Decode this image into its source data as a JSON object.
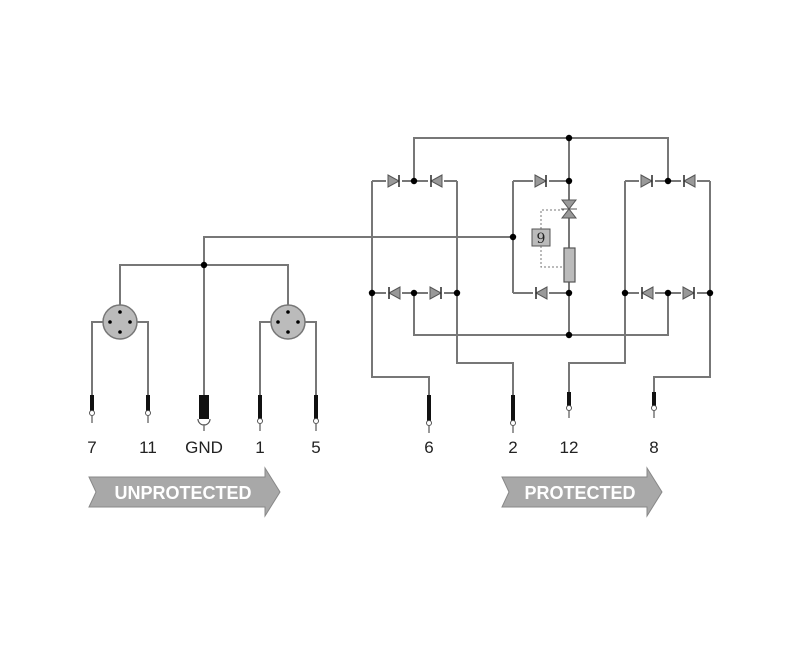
{
  "pins": [
    {
      "label": "7"
    },
    {
      "label": "11"
    },
    {
      "label": "GND"
    },
    {
      "label": "1"
    },
    {
      "label": "5"
    },
    {
      "label": "6"
    },
    {
      "label": "2"
    },
    {
      "label": "12"
    },
    {
      "label": "8"
    }
  ],
  "arrows": {
    "unprotected": "UNPROTECTED",
    "protected": "PROTECTED"
  },
  "component_box": "9",
  "colors": {
    "wire": "#777777",
    "fill": "#bbbbbb",
    "arrow": "#a8a8a8"
  }
}
